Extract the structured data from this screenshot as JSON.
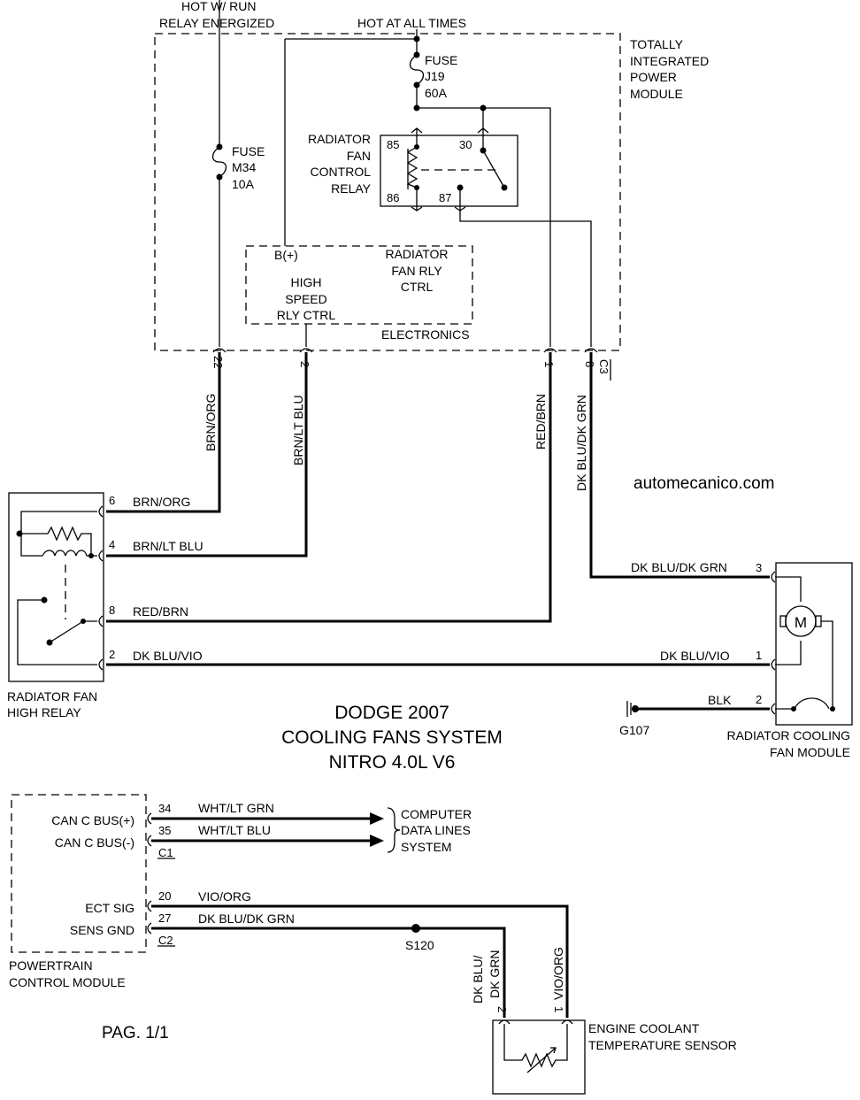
{
  "tipm": {
    "hot_run_1": "HOT W/ RUN",
    "hot_run_2": "RELAY ENERGIZED",
    "hot_always": "HOT AT ALL TIMES",
    "name": [
      "TOTALLY",
      "INTEGRATED",
      "POWER",
      "MODULE"
    ],
    "fuse_m34": [
      "FUSE",
      "M34",
      "10A"
    ],
    "fuse_j19": [
      "FUSE",
      "J19",
      "60A"
    ],
    "relay_name": [
      "RADIATOR",
      "FAN",
      "CONTROL",
      "RELAY"
    ],
    "relay_pins": {
      "p85": "85",
      "p86": "86",
      "p30": "30",
      "p87": "87"
    },
    "electronics": {
      "bplus": "B(+)",
      "fan_rly": [
        "RADIATOR",
        "FAN RLY",
        "CTRL"
      ],
      "high_speed": [
        "HIGH",
        "SPEED",
        "RLY CTRL"
      ],
      "label": "ELECTRONICS"
    },
    "connector": "C3",
    "pins": [
      "22",
      "2",
      "1",
      "8"
    ],
    "wires": [
      "BRN/ORG",
      "BRN/LT BLU",
      "RED/BRN",
      "DK BLU/DK GRN"
    ]
  },
  "high_relay": {
    "name": [
      "RADIATOR FAN",
      "HIGH RELAY"
    ],
    "pins": [
      "6",
      "4",
      "8",
      "2"
    ],
    "wires": [
      "BRN/ORG",
      "BRN/LT BLU",
      "RED/BRN",
      "DK BLU/VIO"
    ]
  },
  "fan_module": {
    "name": [
      "RADIATOR COOLING",
      "FAN MODULE"
    ],
    "pins": [
      "3",
      "1",
      "2"
    ],
    "wires": [
      "DK BLU/DK GRN",
      "DK BLU/VIO",
      "BLK"
    ],
    "motor": "M",
    "ground": "G107"
  },
  "watermark": "automecanico.com",
  "title": [
    "DODGE 2007",
    "COOLING FANS SYSTEM",
    "NITRO 4.0L V6"
  ],
  "pcm": {
    "name": [
      "POWERTRAIN",
      "CONTROL MODULE"
    ],
    "signals": [
      "CAN C BUS(+)",
      "CAN C BUS(-)",
      "ECT SIG",
      "SENS GND"
    ],
    "pins": [
      "34",
      "35",
      "20",
      "27"
    ],
    "connectors": [
      "C1",
      "C2"
    ],
    "wires": [
      "WHT/LT GRN",
      "WHT/LT BLU",
      "VIO/ORG",
      "DK BLU/DK GRN"
    ]
  },
  "data_lines": [
    "COMPUTER",
    "DATA LINES",
    "SYSTEM"
  ],
  "splice": "S120",
  "sensor": {
    "name": [
      "ENGINE COOLANT",
      "TEMPERATURE SENSOR"
    ],
    "pins": [
      "2",
      "1"
    ],
    "wire_left": [
      "DK BLU/",
      "DK GRN"
    ],
    "wire_right": "VIO/ORG"
  },
  "page": "PAG. 1/1"
}
